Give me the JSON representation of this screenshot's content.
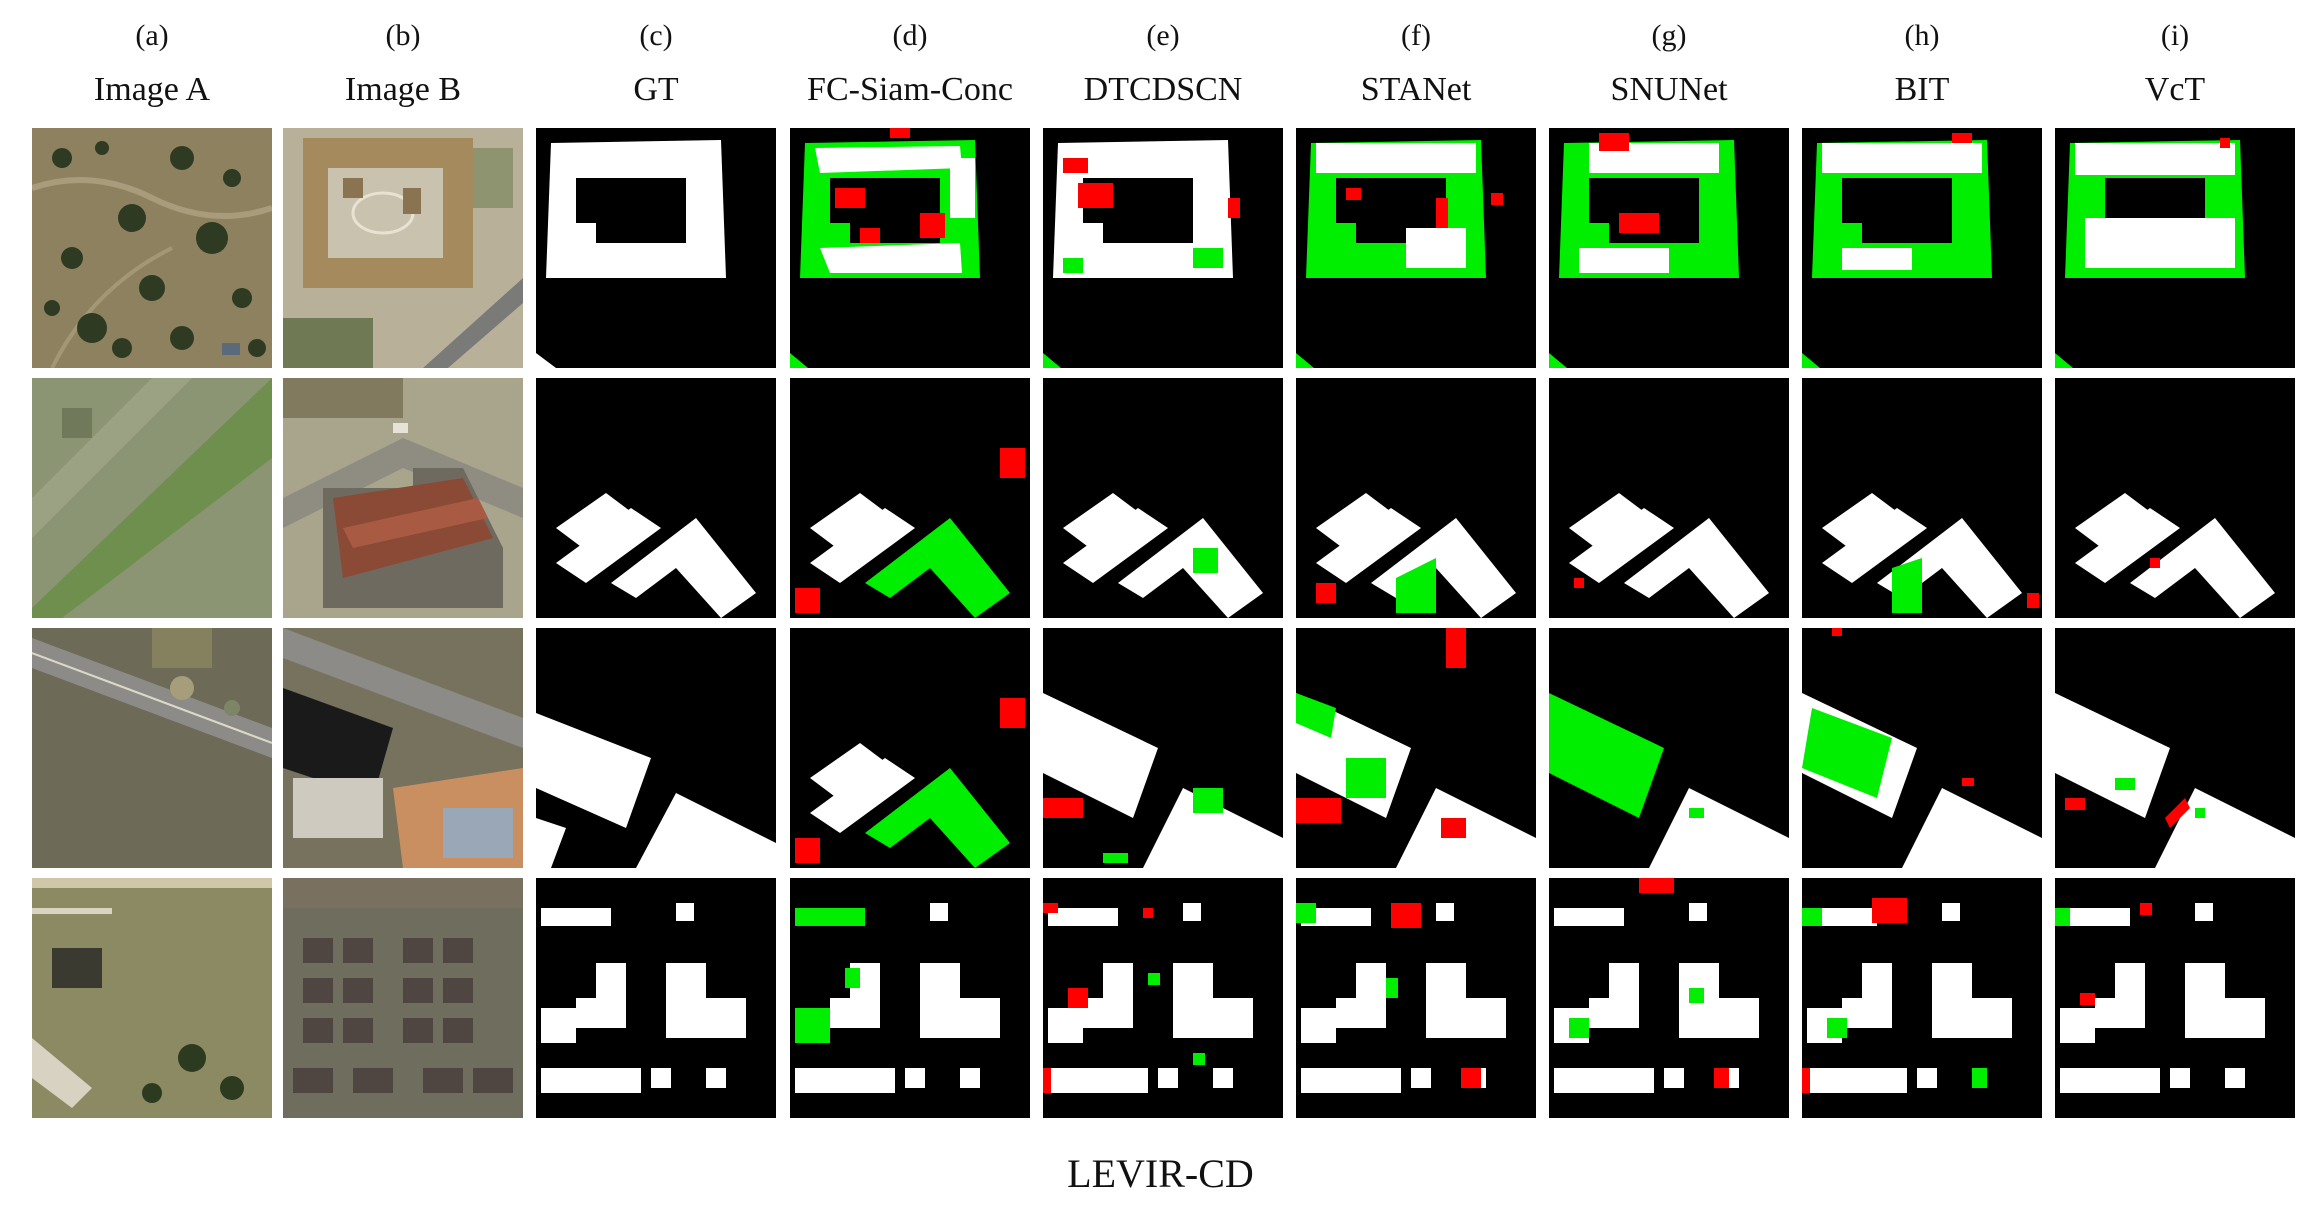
{
  "figure": {
    "columns": [
      {
        "letter": "(a)",
        "title": "Image A"
      },
      {
        "letter": "(b)",
        "title": "Image B"
      },
      {
        "letter": "(c)",
        "title": "GT"
      },
      {
        "letter": "(d)",
        "title": "FC-Siam-Conc"
      },
      {
        "letter": "(e)",
        "title": "DTCDSCN"
      },
      {
        "letter": "(f)",
        "title": "STANet"
      },
      {
        "letter": "(g)",
        "title": "SNUNet"
      },
      {
        "letter": "(h)",
        "title": "BIT"
      },
      {
        "letter": "(i)",
        "title": "VcT"
      }
    ],
    "dataset_label": "LEVIR-CD",
    "legend_colors": {
      "true_positive": "#ffffff",
      "true_negative": "#000000",
      "false_positive": "#ff0000",
      "false_negative": "#00ee00"
    }
  }
}
